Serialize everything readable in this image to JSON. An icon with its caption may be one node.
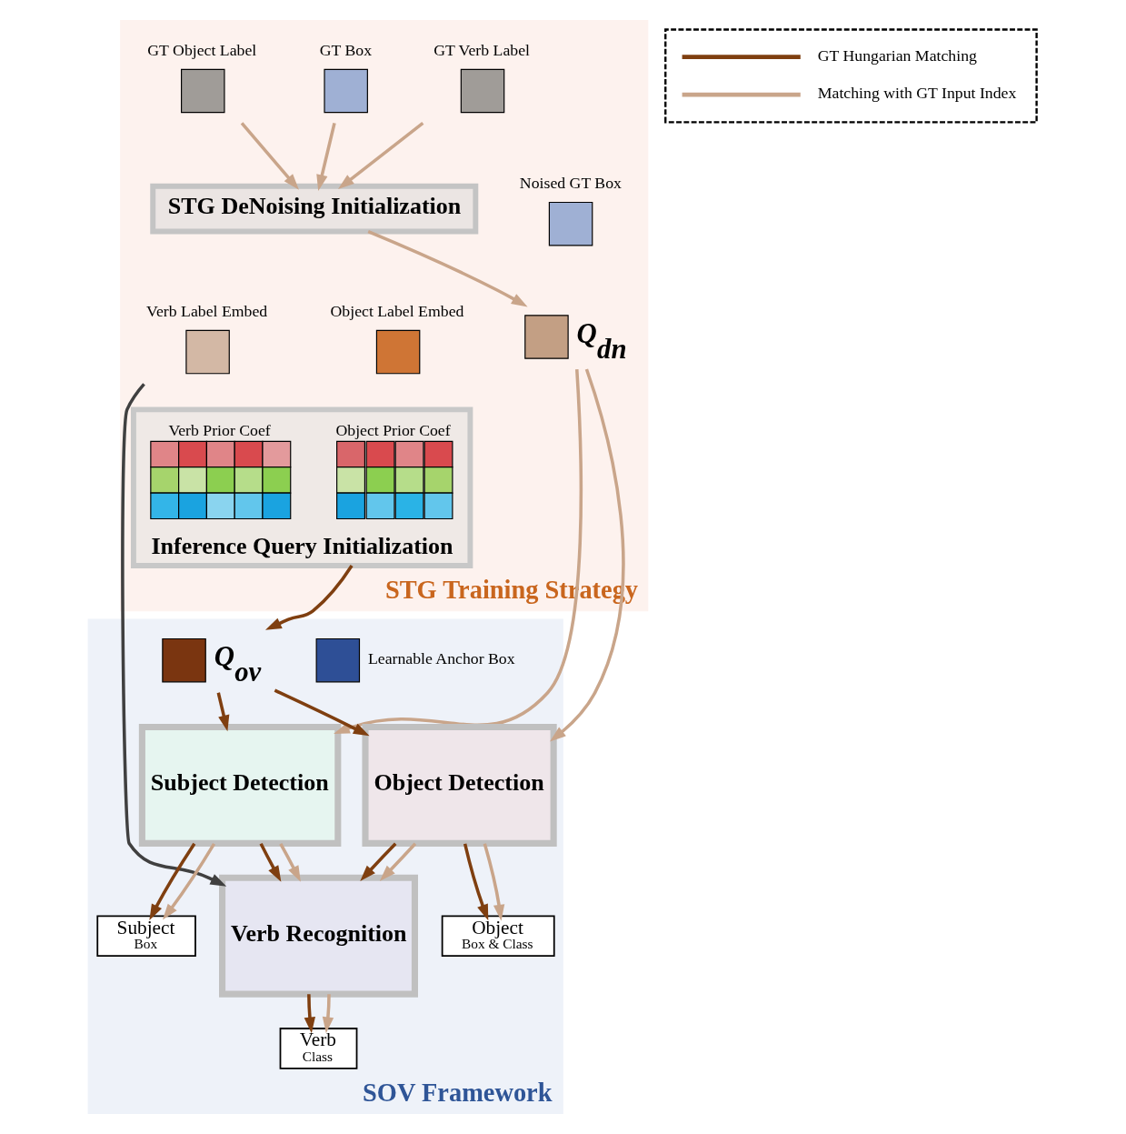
{
  "diagram": {
    "nodes": [
      {
        "text": [
          "STG Training Strategy"
        ]
      },
      {
        "text": [
          "GT Object Label"
        ],
        "in": 0
      },
      {
        "text": [
          "GT Verb Label"
        ],
        "in": 0
      },
      {
        "text": [
          "GT Box"
        ],
        "in": 0
      },
      {
        "text": [
          "STG DeNoising Initialization"
        ],
        "in": 0
      },
      {
        "text": [
          "Object Label Embed"
        ],
        "in": 0
      },
      {
        "text": [
          "Verb Label Embed"
        ],
        "in": 0
      },
      {
        "text": [
          "Inference Query Initialization"
        ],
        "in": 0
      },
      {
        "text": [
          "Object Prior Coef"
        ],
        "in": 7
      },
      {
        "text": [
          "Verb Prior Coef"
        ],
        "in": 7
      },
      {
        "text": [
          "Noised GT Box"
        ],
        "in": 0
      },
      {
        "text": [],
        "shape": "box",
        "beside": [
          "Q$_{dn}$"
        ],
        "in": 0
      },
      {
        "text": [
          "SOV Framework"
        ]
      },
      {
        "text": [
          "Learnable Anchor Box"
        ],
        "in": 12
      },
      {
        "text": [],
        "shape": "box",
        "beside": [
          "Q$_{ov}$"
        ],
        "in": 12
      },
      {
        "text": [
          "Subject Detection"
        ],
        "in": 12
      },
      {
        "text": [
          "Object Detection"
        ],
        "in": 12
      },
      {
        "text": [
          "Subject",
          "Box"
        ],
        "in": 12
      },
      {
        "text": [
          "Object",
          "Box & Class"
        ],
        "in": 12
      },
      {
        "text": [
          "Verb Recognition"
        ],
        "in": 12
      },
      {
        "text": [
          "Verb",
          "Class"
        ],
        "in": 12
      }
    ],
    "edges": [
      {
        "from": 1,
        "to": 4,
        "arrow": "to"
      },
      {
        "from": 2,
        "to": 4,
        "arrow": "to"
      },
      {
        "from": 3,
        "to": 4,
        "arrow": "to"
      },
      {
        "from": 4,
        "to": 11,
        "arrow": "to"
      },
      {
        "from": 7,
        "to": 14,
        "arrow": "to",
        "color": "#7f3f10"
      },
      {
        "from": 11,
        "to": 15,
        "arrow": "to"
      },
      {
        "from": 11,
        "to": 16,
        "arrow": "to"
      },
      {
        "from": 14,
        "to": 15,
        "arrow": "to",
        "color": "#7f3f10"
      },
      {
        "from": 14,
        "to": 16,
        "arrow": "to",
        "color": "#7f3f10"
      },
      {
        "from": 6,
        "to": 19,
        "arrow": "to",
        "color": "#404040"
      },
      {
        "from": 15,
        "to": 17,
        "arrow": "to",
        "color": "#7f3f10"
      },
      {
        "from": 15,
        "to": 17,
        "arrow": "to"
      },
      {
        "from": 15,
        "to": 19,
        "arrow": "to",
        "color": "#7f3f10"
      },
      {
        "from": 15,
        "to": 19,
        "arrow": "to"
      },
      {
        "from": 16,
        "to": 19,
        "arrow": "to",
        "color": "#7f3f10"
      },
      {
        "from": 16,
        "to": 19,
        "arrow": "to"
      },
      {
        "from": 16,
        "to": 18,
        "arrow": "to",
        "color": "#7f3f10"
      },
      {
        "from": 16,
        "to": 18,
        "arrow": "to"
      },
      {
        "from": 19,
        "to": 20,
        "arrow": "to",
        "color": "#7f3f10"
      },
      {
        "from": 19,
        "to": 20,
        "arrow": "to"
      }
    ],
    "legend": [
      {
        "text": "GT Hungarian Matching"
      },
      {
        "text": "Matching with GT Input Index"
      }
    ]
  }
}
